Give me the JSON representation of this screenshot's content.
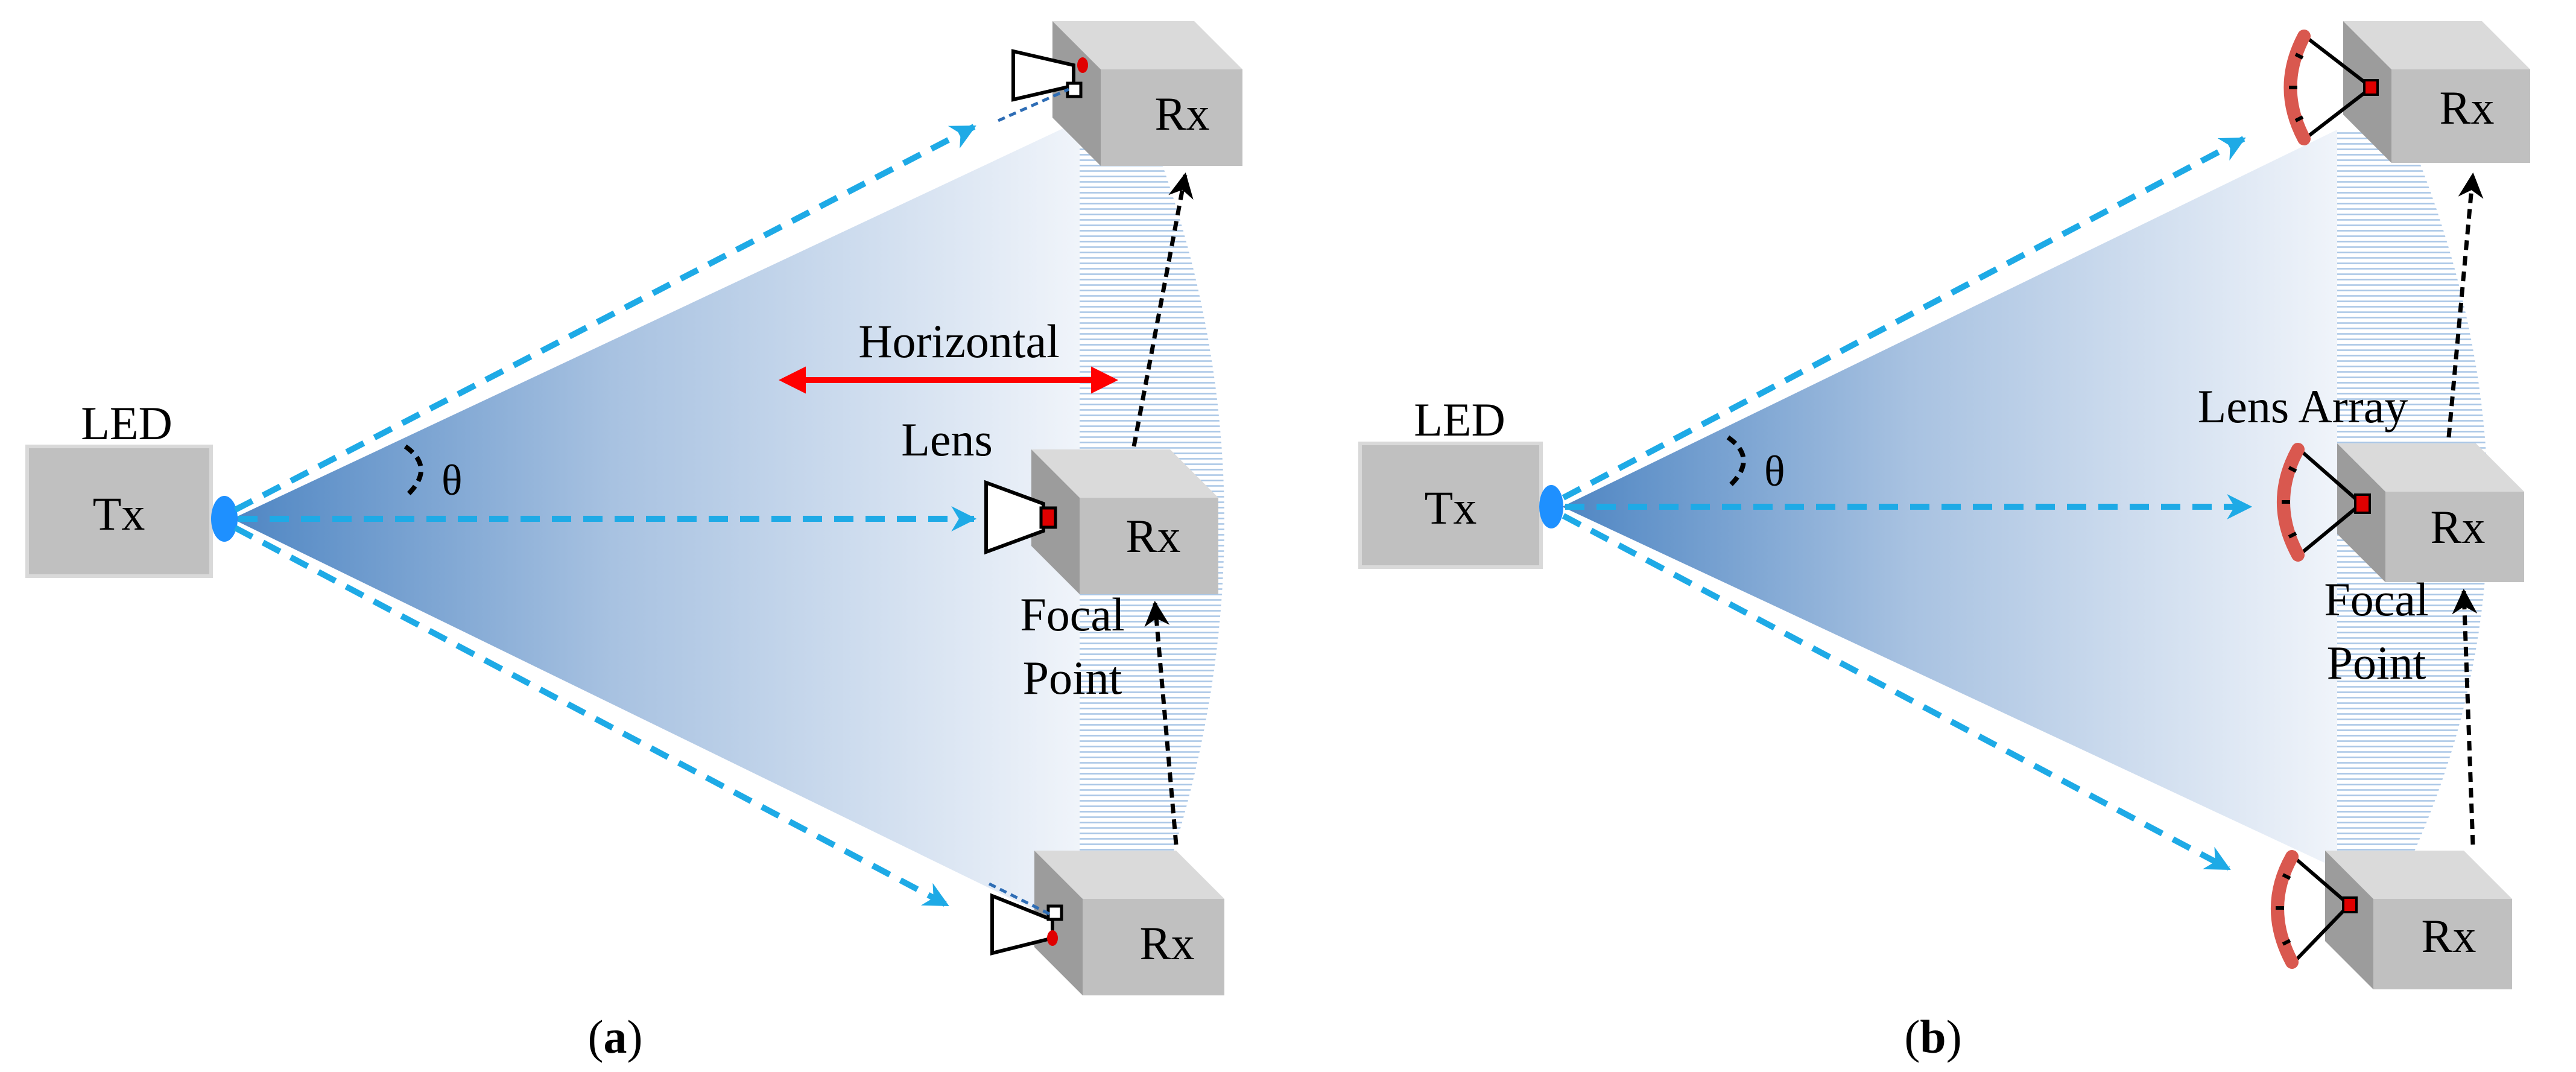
{
  "panels": [
    {
      "id": "a",
      "caption_letter": "a",
      "labels": {
        "led": "LED",
        "tx": "Tx",
        "theta": "θ",
        "lens": "Lens",
        "horizontal": "Horizontal",
        "focal": "Focal",
        "point": "Point",
        "rx_top": "Rx",
        "rx_mid": "Rx",
        "rx_bot": "Rx"
      }
    },
    {
      "id": "b",
      "caption_letter": "b",
      "labels": {
        "led": "LED",
        "tx": "Tx",
        "theta": "θ",
        "lens_array": "Lens Array",
        "focal": "Focal",
        "point": "Point",
        "rx_top": "Rx",
        "rx_mid": "Rx",
        "rx_bot": "Rx"
      }
    }
  ],
  "colors": {
    "beam_dark": "#4f86c3",
    "beam_light": "#eef3fa",
    "ray": "#1eaae6",
    "box_front": "#c0c0c0",
    "box_top": "#dadada",
    "box_side": "#9c9c9c",
    "horizontal_arrow": "#ff0000",
    "lens_array": "#d9584f",
    "photodiode": "#e00000"
  },
  "icons": [
    "led-emitter-icon",
    "convex-lens-icon",
    "lens-array-icon",
    "photodiode-icon"
  ]
}
